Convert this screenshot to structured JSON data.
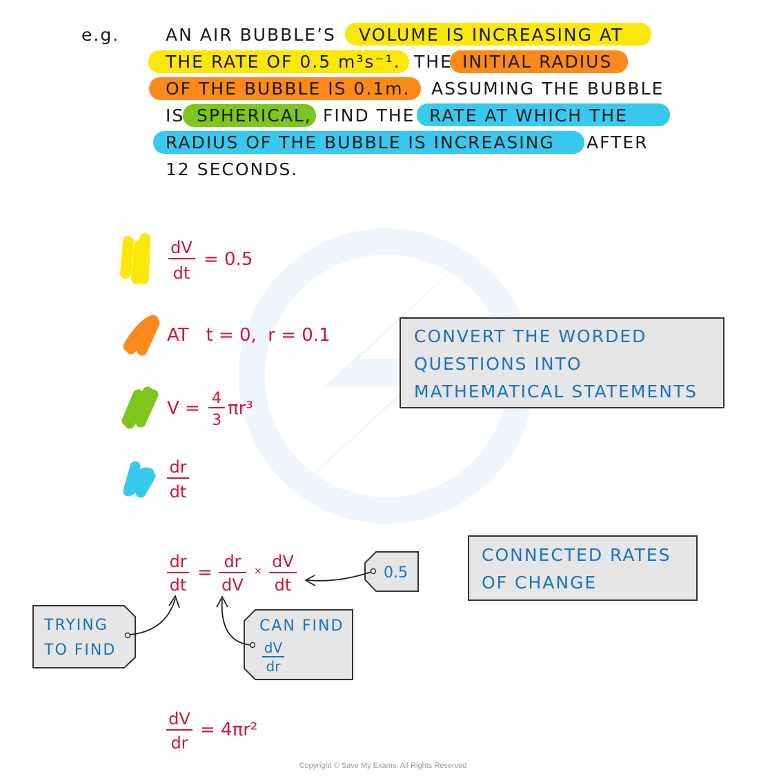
{
  "colors": {
    "yellow": "#fbe80a",
    "orange": "#fb8a1b",
    "green": "#7ec51d",
    "blue_hl": "#38c9ee",
    "math_red": "#d1143d",
    "note_blue": "#1a73c0",
    "box_fill": "#e6e6e6"
  },
  "question": {
    "eg_label": "e.g.",
    "line1_a": "AN AIR BUBBLE’S",
    "line1_b": "VOLUME IS INCREASING AT",
    "line2_a": "THE RATE OF 0.5 m³s⁻¹.",
    "line2_b": "THE",
    "line2_c": "INITIAL RADIUS",
    "line3_a": "OF THE BUBBLE IS 0.1m.",
    "line3_b": "ASSUMING THE BUBBLE",
    "line4_a": "IS",
    "line4_b": "SPHERICAL,",
    "line4_c": "FIND THE",
    "line4_d": "RATE AT WHICH THE",
    "line5_a": "RADIUS OF THE BUBBLE IS INCREASING",
    "line5_b": "AFTER",
    "line6": "12 SECONDS."
  },
  "statements": {
    "s1_num": "dV",
    "s1_den": "dt",
    "s1_rhs": "= 0.5",
    "s2_text": "AT   t = 0,  r = 0.1",
    "s3_lhs": "V =",
    "s3_num": "4",
    "s3_den": "3",
    "s3_rest": "πr³",
    "s4_num": "dr",
    "s4_den": "dt"
  },
  "chain_rule": {
    "lhs_num": "dr",
    "lhs_den": "dt",
    "eq": "=",
    "t1_num": "dr",
    "t1_den": "dV",
    "times": "×",
    "t2_num": "dV",
    "t2_den": "dt"
  },
  "derivative": {
    "num": "dV",
    "den": "dr",
    "rhs": "= 4πr²"
  },
  "notes": {
    "convert_line1": "CONVERT THE WORDED",
    "convert_line2": "QUESTIONS INTO",
    "convert_line3": "MATHEMATICAL STATEMENTS",
    "connected_line1": "CONNECTED RATES",
    "connected_line2": "OF CHANGE",
    "tag_value": "0.5",
    "trying_line1": "TRYING",
    "trying_line2": "TO FIND",
    "canfind_line1": "CAN FIND",
    "canfind_num": "dV",
    "canfind_den": "dr"
  },
  "footer": {
    "copyright": "Copyright © Save My Exams. All Rights Reserved"
  }
}
